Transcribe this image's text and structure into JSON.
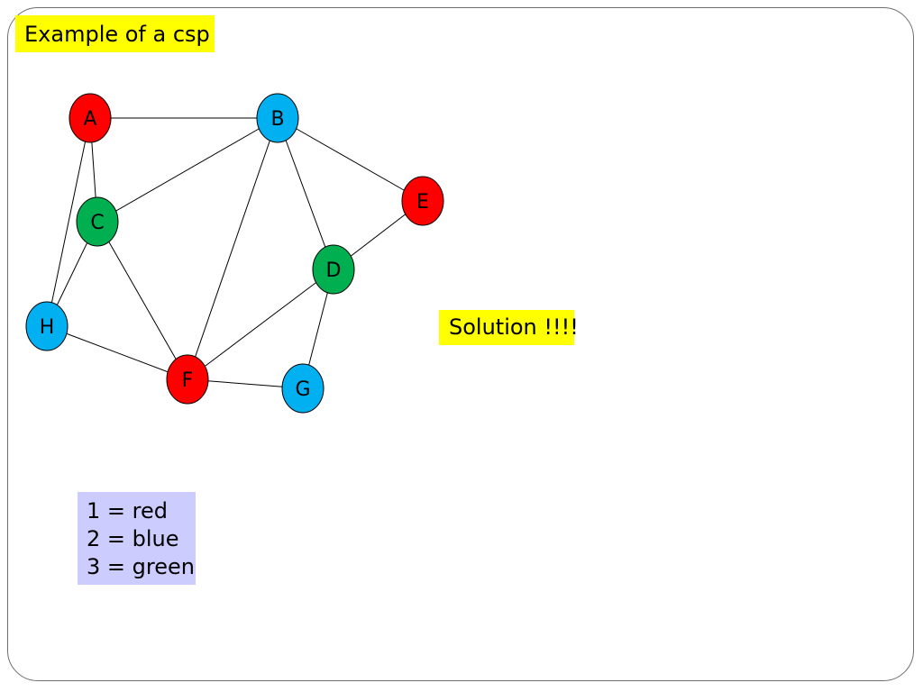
{
  "slide": {
    "title": "Example of a csp",
    "solution_label": "Solution !!!!"
  },
  "colors": {
    "1": "#ff0000",
    "2": "#00b0f0",
    "3": "#00b050",
    "label_highlight": "#ffff00",
    "legend_background": "#ccccff"
  },
  "graph": {
    "nodes": [
      {
        "id": "A",
        "label": "A",
        "color": "1"
      },
      {
        "id": "B",
        "label": "B",
        "color": "2"
      },
      {
        "id": "C",
        "label": "C",
        "color": "3"
      },
      {
        "id": "D",
        "label": "D",
        "color": "3"
      },
      {
        "id": "E",
        "label": "E",
        "color": "1"
      },
      {
        "id": "F",
        "label": "F",
        "color": "1"
      },
      {
        "id": "G",
        "label": "G",
        "color": "2"
      },
      {
        "id": "H",
        "label": "H",
        "color": "2"
      }
    ],
    "edges": [
      [
        "A",
        "B"
      ],
      [
        "A",
        "C"
      ],
      [
        "A",
        "H"
      ],
      [
        "B",
        "C"
      ],
      [
        "B",
        "F"
      ],
      [
        "B",
        "D"
      ],
      [
        "B",
        "E"
      ],
      [
        "C",
        "H"
      ],
      [
        "C",
        "F"
      ],
      [
        "D",
        "E"
      ],
      [
        "D",
        "F"
      ],
      [
        "D",
        "G"
      ],
      [
        "F",
        "H"
      ],
      [
        "F",
        "G"
      ]
    ]
  },
  "legend": {
    "items": [
      {
        "text": "1 = red"
      },
      {
        "text": "2 = blue"
      },
      {
        "text": "3 = green"
      }
    ]
  }
}
